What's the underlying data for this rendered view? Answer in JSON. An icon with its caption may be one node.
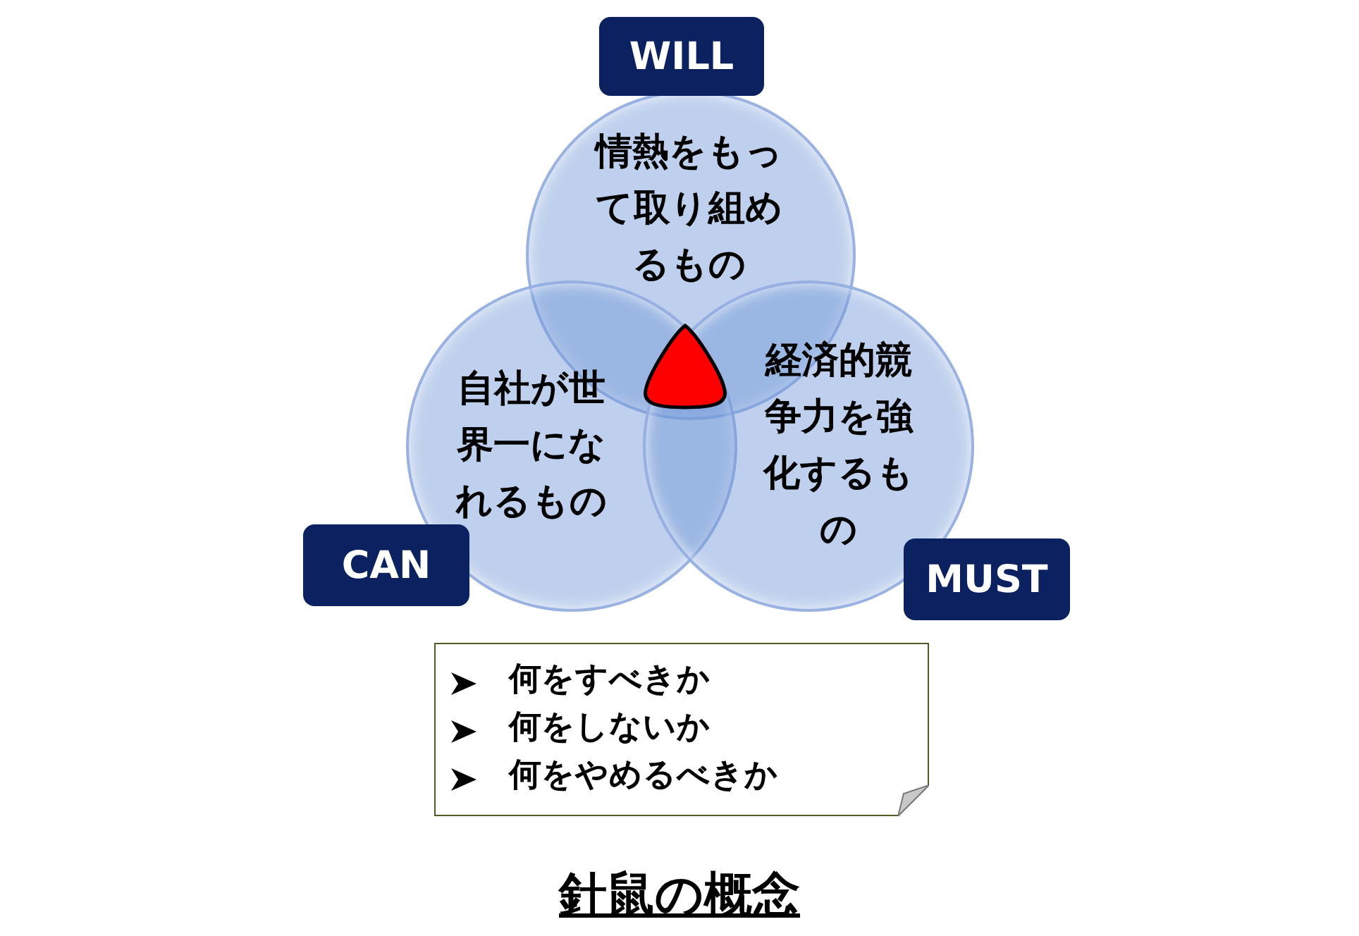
{
  "diagram": {
    "title": "針鼠の概念",
    "nodes": [
      {
        "text": [
          "情熱をもって取り組めるもの"
        ]
      },
      {
        "text": [
          "自社が世界一になれるもの"
        ]
      },
      {
        "text": [
          "経済的競争力を強化するもの"
        ]
      },
      {
        "text": [
          "WILL"
        ]
      },
      {
        "text": [
          "CAN"
        ]
      },
      {
        "text": [
          "MUST"
        ]
      },
      {
        "text": [
          "何をすべきか",
          "何をしないか",
          "何をやめるべきか"
        ]
      }
    ]
  }
}
